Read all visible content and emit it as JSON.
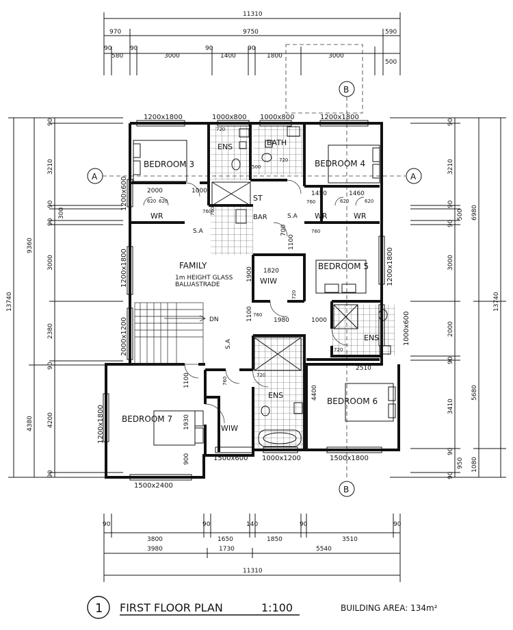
{
  "title": {
    "number": "1",
    "name": "FIRST FLOOR PLAN",
    "scale": "1:100",
    "area_label": "BUILDING AREA: ",
    "area_value": "134m²"
  },
  "rooms": {
    "bedroom3": "BEDROOM 3",
    "bedroom4": "BEDROOM 4",
    "bedroom5": "BEDROOM 5",
    "bedroom6": "BEDROOM 6",
    "bedroom7": "BEDROOM 7",
    "family": "FAMILY",
    "bath": "BATH",
    "ens_top": "ENS",
    "ens_right": "ENS",
    "ens_mid": "ENS",
    "st": "ST",
    "bar": "BAR",
    "wr1": "WR",
    "wr2": "WR",
    "wr3": "WR",
    "wiw1": "WIW",
    "wiw2": "WIW",
    "dn": "DN",
    "sa1": "S.A",
    "sa2": "S.A",
    "sa3": "S.A",
    "glass1": "1m HEIGHT GLASS",
    "glass2": "BALUASTRADE"
  },
  "sections": {
    "a": "A",
    "b": "B"
  },
  "dims_top": {
    "overall": "11310",
    "left": "970",
    "mid": "9750",
    "right": "590",
    "d90a": "90",
    "d580": "580",
    "d90b": "90",
    "d3000a": "3000",
    "d90c": "90",
    "d1400": "1400",
    "d90d": "90",
    "d1800": "1800",
    "d3000b": "3000",
    "d500": "500"
  },
  "dims_bottom": {
    "b90a": "90",
    "b3800": "3800",
    "b90b": "90",
    "b1650": "1650",
    "b140": "140",
    "b1850": "1850",
    "b90c": "90",
    "b3510": "3510",
    "b90d": "90",
    "b3980": "3980",
    "b1730": "1730",
    "b5540": "5540",
    "overall": "11310"
  },
  "dims_left": {
    "overall": "13740",
    "l9360": "9360",
    "l4380": "4380",
    "l90a": "90",
    "l3210": "3210",
    "l90b": "90",
    "l300": "300",
    "l90c": "90",
    "l3000": "3000",
    "l2380": "2380",
    "l90d": "90",
    "l4200": "4200",
    "l90e": "90"
  },
  "dims_right": {
    "overall": "13740",
    "r6980": "6980",
    "r5680": "5680",
    "r1080": "1080",
    "r90a": "90",
    "r3210": "3210",
    "r90b": "90",
    "r500": "500",
    "r90c": "90",
    "r3000": "3000",
    "r2000": "2000",
    "r90d": "90",
    "r3410": "3410",
    "r90e": "90",
    "r950": "950",
    "r90f": "90"
  },
  "windows": {
    "w1200x1800a": "1200x1800",
    "w1000x800a": "1000x800",
    "w1000x800b": "1000x800",
    "w1200x1800b": "1200x1800",
    "w1200x600": "1200x600",
    "w1200x1800c": "1200x1800",
    "w1200x1800d": "1200x1800",
    "w2000x1200": "2000x1200",
    "w1000x600": "1000x600",
    "w1200x1800e": "1200x1800",
    "w1500x2400": "1500x2400",
    "w1500x600": "1500x600",
    "w1000x1200": "1000x1200",
    "w1500x1800": "1500x1800"
  },
  "internal": {
    "i2000": "2000",
    "i1000a": "1000",
    "i1450": "1450",
    "i1460": "1460",
    "i1820": "1820",
    "i1980": "1980",
    "i1000b": "1000",
    "i2510": "2510",
    "i4400": "4400",
    "i1900": "1900",
    "i1100a": "1100",
    "i1100b": "1100",
    "i1100c": "1100",
    "i1930": "1930",
    "i700": "700",
    "i900": "900",
    "d720a": "720",
    "d720b": "720",
    "d720c": "720",
    "d720d": "720",
    "d720e": "720",
    "d760a": "760",
    "d760b": "760",
    "d760c": "760",
    "d760d": "760",
    "d760e": "760",
    "d760f": "760",
    "d620a": "620",
    "d620b": "620",
    "d620c": "620",
    "d620d": "620",
    "d500": "500"
  }
}
